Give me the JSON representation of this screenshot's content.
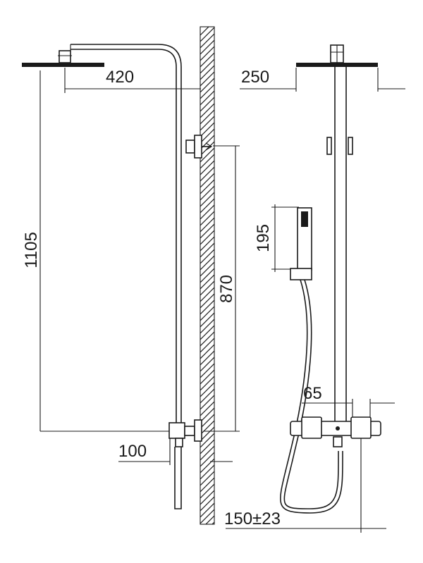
{
  "dimensions": {
    "arm_reach": "420",
    "column_height": "1105",
    "bracket_spacing": "870",
    "wall_offset": "100",
    "head_width": "250",
    "handshower_length": "195",
    "valve_offset": "65",
    "inlet_centres": "150±23"
  },
  "colors": {
    "ink": "#1a1a1a",
    "background": "#ffffff"
  }
}
